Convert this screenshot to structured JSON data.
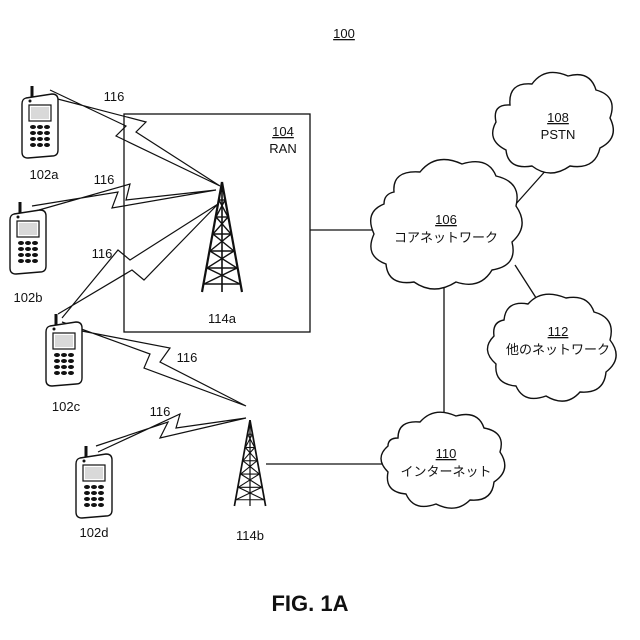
{
  "figure": {
    "ref": "100",
    "caption": "FIG. 1A"
  },
  "ran": {
    "ref": "104",
    "label": "RAN"
  },
  "core": {
    "ref": "106",
    "label": "コアネットワーク"
  },
  "pstn": {
    "ref": "108",
    "label": "PSTN"
  },
  "internet": {
    "ref": "110",
    "label": "インターネット"
  },
  "other_networks": {
    "ref": "112",
    "label": "他のネットワーク"
  },
  "base_stations": {
    "a": {
      "label": "114a"
    },
    "b": {
      "label": "114b"
    }
  },
  "wtrus": {
    "a": {
      "label": "102a"
    },
    "b": {
      "label": "102b"
    },
    "c": {
      "label": "102c"
    },
    "d": {
      "label": "102d"
    }
  },
  "air_interface": {
    "label": "116"
  }
}
